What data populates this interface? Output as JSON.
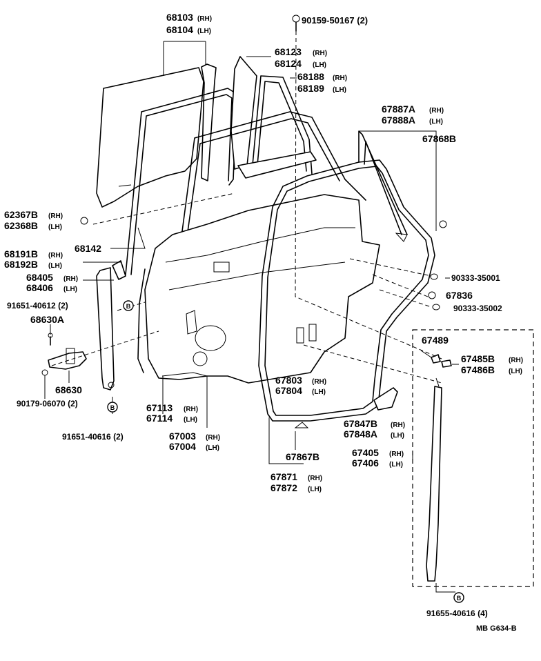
{
  "labels": {
    "p68103": "68103",
    "p68104": "68104",
    "p90159": "90159-50167 (2)",
    "p68123": "68123",
    "p68124": "68124",
    "p68188": "68188",
    "p68189": "68189",
    "p67887A": "67887A",
    "p67888A": "67888A",
    "p67868B": "67868B",
    "p62367B": "62367B",
    "p62368B": "62368B",
    "p68191B": "68191B",
    "p68192B": "68192B",
    "p68142": "68142",
    "p68405": "68405",
    "p68406": "68406",
    "p91651_40612": "91651-40612 (2)",
    "p68630A": "68630A",
    "p68630": "68630",
    "p90179": "90179-06070 (2)",
    "p91651_40616": "91651-40616 (2)",
    "p67113": "67113",
    "p67114": "67114",
    "p67003": "67003",
    "p67004": "67004",
    "p67803": "67803",
    "p67804": "67804",
    "p90333_35001": "90333-35001",
    "p67836": "67836",
    "p90333_35002": "90333-35002",
    "p67489": "67489",
    "p67485B": "67485B",
    "p67486B": "67486B",
    "p67847B": "67847B",
    "p67848A": "67848A",
    "p67867B": "67867B",
    "p67405": "67405",
    "p67406": "67406",
    "p67871": "67871",
    "p67872": "67872",
    "p91655_40616": "91655-40616 (4)",
    "footer": "MB  G634-B"
  },
  "sides": {
    "rh": "(RH)",
    "lh": "(LH)"
  },
  "callouts": {
    "b": "B"
  }
}
